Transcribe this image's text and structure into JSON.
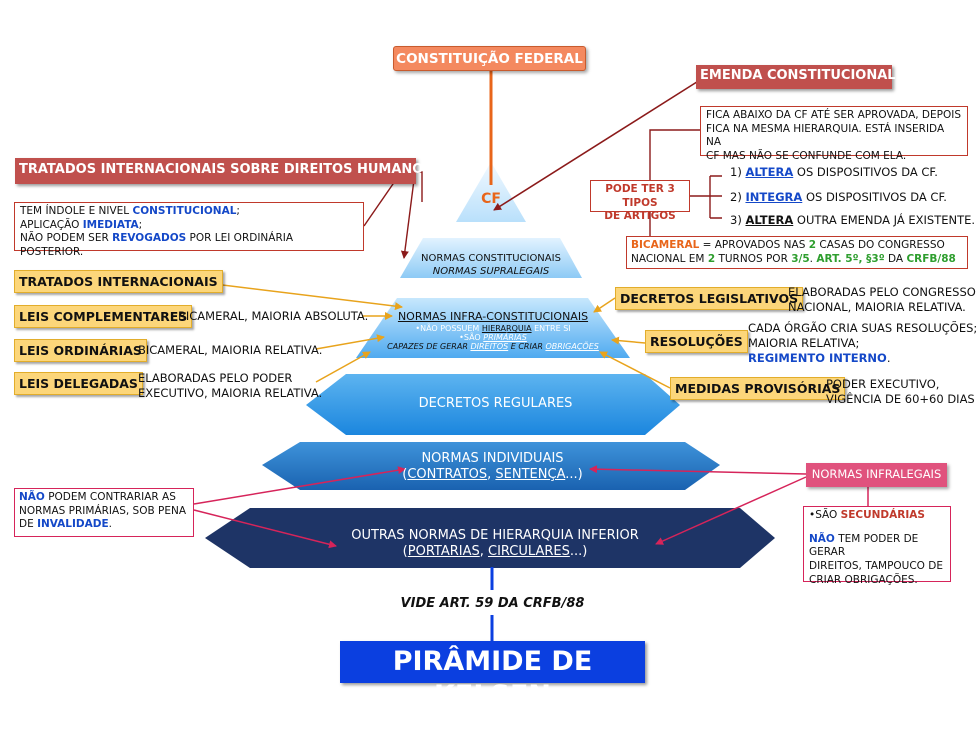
{
  "title": "PIRÂMIDE DE KELSEN",
  "top_label": "CONSTITUIÇÃO FEDERAL",
  "pyramid": {
    "cf": "CF",
    "level2": {
      "line1": "NORMAS CONSTITUCIONAIS",
      "line2": "NORMAS SUPRALEGAIS"
    },
    "level3": {
      "title": "NORMAS INFRA-CONSTITUCIONAIS",
      "b1_pre": "•NÃO POSSUEM",
      "b1_hl": "HIERARQUIA",
      "b1_post": "ENTRE SI",
      "b2_pre": "•SÃO",
      "b2_hl": "PRIMÁRIAS",
      "b3_pre": "CAPAZES DE GERAR",
      "b3_hl1": "DIREITOS",
      "b3_mid": "E CRIAR",
      "b3_hl2": "OBRIGAÇÕES"
    },
    "level4": "DECRETOS REGULARES",
    "level5": {
      "line1": "NORMAS INDIVIDUAIS",
      "open": "(",
      "w1": "CONTRATOS",
      "comma": ", ",
      "w2": "SENTENÇA",
      "close": "...)"
    },
    "level6": {
      "line1": "OUTRAS NORMAS DE HIERARQUIA INFERIOR",
      "open": "(",
      "w1": "PORTARIAS",
      "comma": ", ",
      "w2": "CIRCULARES",
      "close": "...)"
    }
  },
  "vide": "VIDE ART. 59 DA CRFB/88",
  "tratados_dh": {
    "header": "TRATADOS INTERNACIONAIS SOBRE DIREITOS HUMANOS",
    "l1_pre": "TEM ÍNDOLE E NIVEL",
    "l1_hl": "CONSTITUCIONAL",
    "l1_post": ";",
    "l2_pre": "APLICAÇÃO",
    "l2_hl": "IMEDIATA",
    "l2_post": ";",
    "l3_pre": "NÃO PODEM SER",
    "l3_hl": "REVOGADOS",
    "l3_post": "POR LEI ORDINÁRIA POSTERIOR."
  },
  "left_labels": [
    {
      "label": "TRATADOS INTERNACIONAIS",
      "desc": ""
    },
    {
      "label": "LEIS COMPLEMENTARES",
      "desc": "BICAMERAL, MAIORIA ABSOLUTA."
    },
    {
      "label": "LEIS ORDINÁRIAS",
      "desc": "BICAMERAL, MAIORIA RELATIVA."
    },
    {
      "label": "LEIS DELEGADAS",
      "desc_l1": "ELABORADAS PELO PODER",
      "desc_l2": "EXECUTIVO, MAIORIA RELATIVA."
    }
  ],
  "emenda": {
    "header": "EMENDA CONSTITUCIONAL",
    "text_l1": "FICA ABAIXO DA CF ATÉ SER APROVADA, DEPOIS",
    "text_l2": "FICA NA MESMA HIERARQUIA. ESTÁ INSERIDA NA",
    "text_l3": "CF MAS NÃO SE CONFUNDE COM ELA.",
    "tipos_l1": "PODE TER 3 TIPOS",
    "tipos_l2": "DE ARTIGOS",
    "items": [
      {
        "num": "1)",
        "hl": "ALTERA",
        "rest": "OS DISPOSITIVOS DA CF."
      },
      {
        "num": "2)",
        "hl": "INTEGRA",
        "rest": "OS DISPOSITIVOS DA CF."
      },
      {
        "num": "3)",
        "hl": "ALTERA",
        "rest": " OUTRA EMENDA JÁ EXISTENTE."
      }
    ],
    "bicameral": {
      "hl": "BICAMERAL",
      "t1": "= APROVADOS NAS ",
      "n1": "2",
      "t2": " CASAS DO CONGRESSO",
      "t3": "NACIONAL EM ",
      "n2": "2",
      "t4": " TURNOS POR ",
      "frac": "3/5",
      "t5": ". ",
      "art": "ART. 5º, §3º",
      "t6": " DA ",
      "crfb": "CRFB/88"
    }
  },
  "right_labels": [
    {
      "label": "DECRETOS LEGISLATIVOS",
      "desc_l1": "ELABORADAS PELO CONGRESSO",
      "desc_l2": "NACIONAL, MAIORIA RELATIVA."
    },
    {
      "label": "RESOLUÇÕES",
      "desc_l1": "CADA ÓRGÃO CRIA SUAS RESOLUÇÕES;",
      "desc_l2": "MAIORIA RELATIVA;",
      "desc_l3": "REGIMENTO INTERNO",
      "desc_l3_post": "."
    },
    {
      "label": "MEDIDAS PROVISÓRIAS",
      "desc_l1": "PODER EXECUTIVO,",
      "desc_l2": "VIGÊNCIA DE 60+60 DIAS"
    }
  ],
  "infralegais": {
    "header": "NORMAS INFRALEGAIS",
    "l1_pre": "•SÃO",
    "l1_hl": "SECUNDÁRIAS",
    "l2_hl": "NÃO",
    "l2_post": "TEM PODER DE GERAR",
    "l3": "DIREITOS, TAMPOUCO DE",
    "l4": "CRIAR OBRIGAÇÕES."
  },
  "contrariar": {
    "l1_hl": "NÃO",
    "l1_post": "PODEM CONTRARIAR AS",
    "l2": "NORMAS PRIMÁRIAS, SOB PENA",
    "l3_pre": "DE",
    "l3_hl": "INVALIDADE",
    "l3_post": "."
  },
  "colors": {
    "orange": "#f4895f",
    "red": "#c0504d",
    "yellow": "#fcd67a",
    "navy": "#1e3466",
    "title_blue": "#0b3fe0",
    "link_blue": "#1448c8",
    "green": "#2e9e2e"
  }
}
